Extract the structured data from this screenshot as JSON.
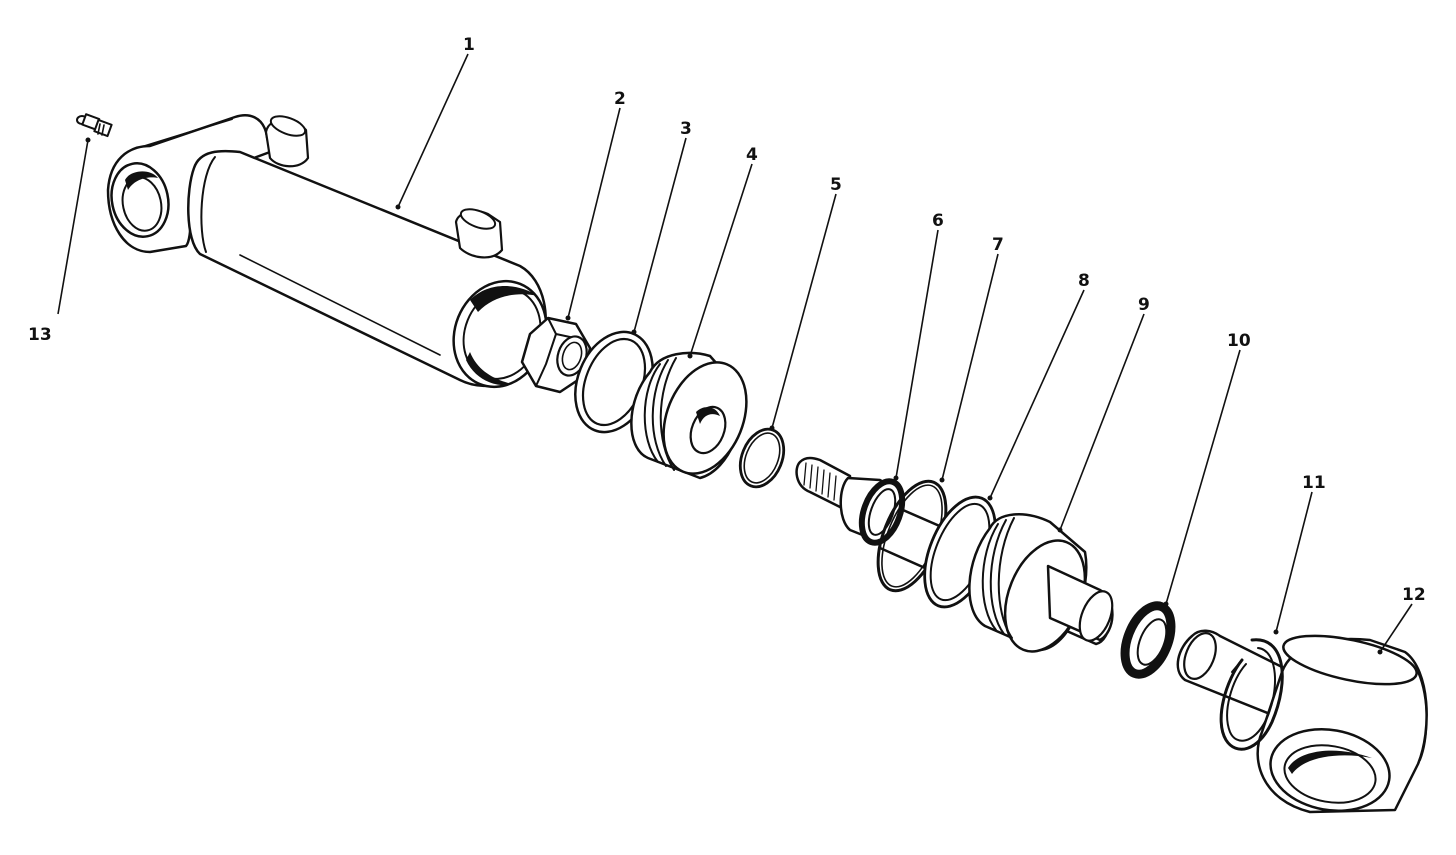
{
  "callouts": [
    {
      "id": "1",
      "label": "1",
      "part": "cylinder-barrel"
    },
    {
      "id": "2",
      "label": "2",
      "part": "hex-nut"
    },
    {
      "id": "3",
      "label": "3",
      "part": "backup-ring"
    },
    {
      "id": "4",
      "label": "4",
      "part": "piston"
    },
    {
      "id": "5",
      "label": "5",
      "part": "o-ring-small"
    },
    {
      "id": "6",
      "label": "6",
      "part": "rod-seal"
    },
    {
      "id": "7",
      "label": "7",
      "part": "o-ring-large"
    },
    {
      "id": "8",
      "label": "8",
      "part": "backup-ring-gland"
    },
    {
      "id": "9",
      "label": "9",
      "part": "gland"
    },
    {
      "id": "10",
      "label": "10",
      "part": "wiper-seal"
    },
    {
      "id": "11",
      "label": "11",
      "part": "retaining-ring"
    },
    {
      "id": "12",
      "label": "12",
      "part": "rod-end-clevis"
    },
    {
      "id": "13",
      "label": "13",
      "part": "grease-fitting"
    }
  ]
}
